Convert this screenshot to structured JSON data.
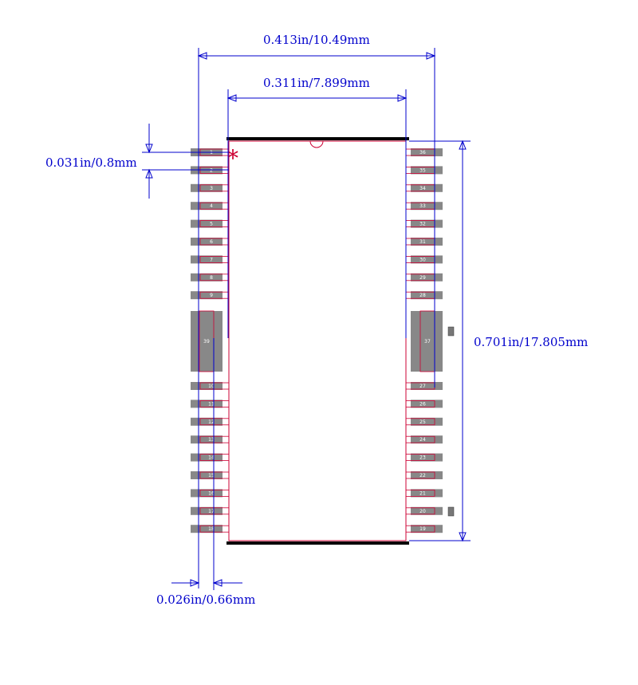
{
  "dimensions": {
    "outer_width": "0.413in/10.49mm",
    "body_width": "0.311in/7.899mm",
    "pitch": "0.031in/0.8mm",
    "pad_width": "0.026in/0.66mm",
    "height": "0.701in/17.805mm"
  },
  "pin1_marker": "*",
  "pads": {
    "left_top": [
      "1",
      "2",
      "3",
      "4",
      "5",
      "6",
      "7",
      "8",
      "9"
    ],
    "left_thermal": "39",
    "left_bottom": [
      "10",
      "11",
      "12",
      "13",
      "14",
      "15",
      "16",
      "17",
      "18"
    ],
    "right_top": [
      "36",
      "35",
      "34",
      "33",
      "32",
      "31",
      "30",
      "29",
      "28"
    ],
    "right_thermal": "37",
    "right_bottom": [
      "27",
      "26",
      "25",
      "24",
      "23",
      "22",
      "21",
      "20",
      "19"
    ]
  },
  "colors": {
    "dimension": "#0000cc",
    "outline": "#cc0033",
    "pad": "#888888",
    "body_edge": "#000000",
    "pin1_marker": "#cc0033"
  }
}
